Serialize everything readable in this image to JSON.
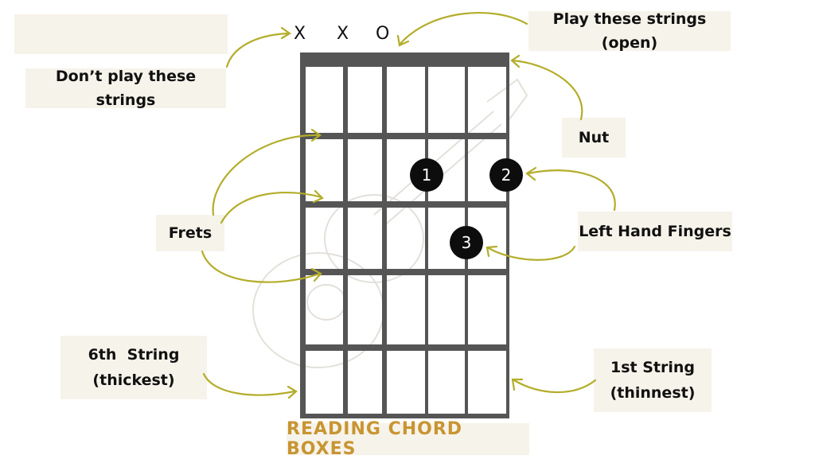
{
  "string_markers": [
    "X",
    "X",
    "O"
  ],
  "labels": {
    "dont_play": "Don’t play these strings",
    "play_open": "Play these strings (open)",
    "nut": "Nut",
    "frets": "Frets",
    "left_hand_fingers": "Left Hand Fingers",
    "sixth_string_line1": "6th  String",
    "sixth_string_line2": "(thickest)",
    "first_string_line1": "1st String",
    "first_string_line2": "(thinnest)"
  },
  "fingers": [
    {
      "number": "1",
      "string": 3,
      "fret": 2
    },
    {
      "number": "2",
      "string": 1,
      "fret": 2
    },
    {
      "number": "3",
      "string": 2,
      "fret": 3
    }
  ],
  "footer_title": "READING CHORD BOXES",
  "colors": {
    "arrow": "#b3ad2a",
    "grid": "#555555",
    "footer_text": "#c89532",
    "label_bg": "#f6f3ea"
  }
}
